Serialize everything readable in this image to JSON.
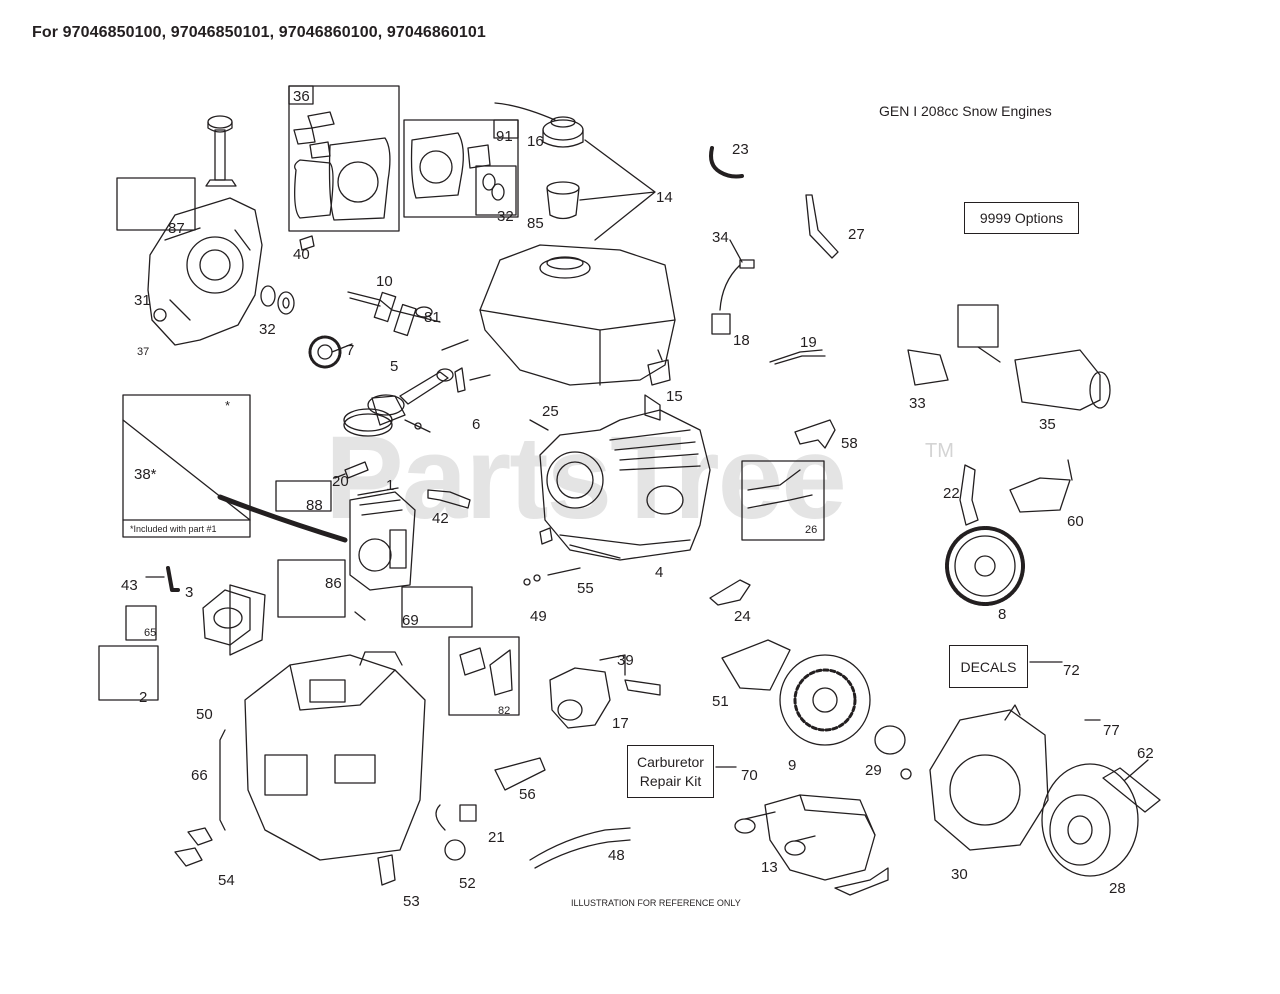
{
  "header": {
    "title": "For 97046850100, 97046850101, 97046860100, 97046860101",
    "subtitle": "GEN I 208cc Snow Engines"
  },
  "labels": {
    "options": "9999  Options",
    "decals": "DECALS",
    "carb_line1": "Carburetor",
    "carb_line2": "Repair Kit",
    "footer": "ILLUSTRATION FOR REFERENCE ONLY",
    "inset_note": "*Included with part #1",
    "inset_star": "*"
  },
  "watermark": {
    "text": "PartsTree",
    "tm": "TM"
  },
  "parts": [
    "1",
    "2",
    "3",
    "4",
    "5",
    "6",
    "7",
    "8",
    "9",
    "10",
    "13",
    "14",
    "15",
    "16",
    "17",
    "18",
    "19",
    "20",
    "21",
    "22",
    "22",
    "23",
    "24",
    "25",
    "26",
    "27",
    "28",
    "29",
    "30",
    "31",
    "32",
    "32",
    "33",
    "34",
    "35",
    "36",
    "37",
    "38*",
    "39",
    "40",
    "42",
    "43",
    "48",
    "49",
    "50",
    "51",
    "52",
    "53",
    "54",
    "55",
    "56",
    "58",
    "60",
    "62",
    "65",
    "66",
    "69",
    "70",
    "72",
    "77",
    "81",
    "82",
    "85",
    "86",
    "87",
    "88",
    "91"
  ],
  "colors": {
    "ink": "#231f20",
    "watermark": "#d4d4d4",
    "fill": "#ffffff"
  }
}
